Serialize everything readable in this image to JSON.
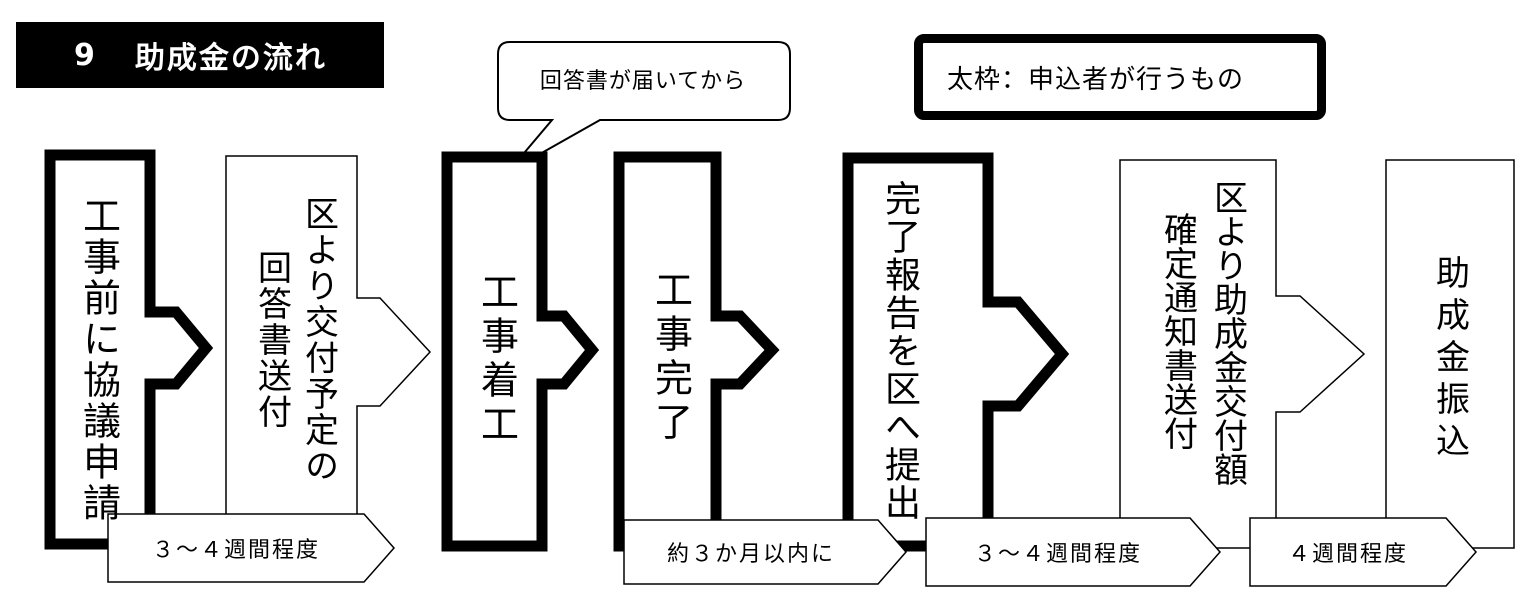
{
  "title": {
    "number": "9",
    "text": "助成金の流れ"
  },
  "callout": "回答書が届いてから",
  "legend": "太枠：申込者が行うもの",
  "steps": [
    {
      "lines": [
        "工事前に協議申請"
      ],
      "bold_border": true
    },
    {
      "lines": [
        "区より交付予定の",
        "回答書送付"
      ],
      "bold_border": false
    },
    {
      "lines": [
        "工事着工"
      ],
      "bold_border": true
    },
    {
      "lines": [
        "工事完了"
      ],
      "bold_border": true
    },
    {
      "lines": [
        "完了報告を区へ提出"
      ],
      "bold_border": true
    },
    {
      "lines": [
        "区より助成金交付額",
        "確定通知書送付"
      ],
      "bold_border": false
    },
    {
      "lines": [
        "助成金振込"
      ],
      "bold_border": false
    }
  ],
  "durations": [
    "３～４週間程度",
    "約３か月以内に",
    "３～４週間程度",
    "４週間程度"
  ]
}
